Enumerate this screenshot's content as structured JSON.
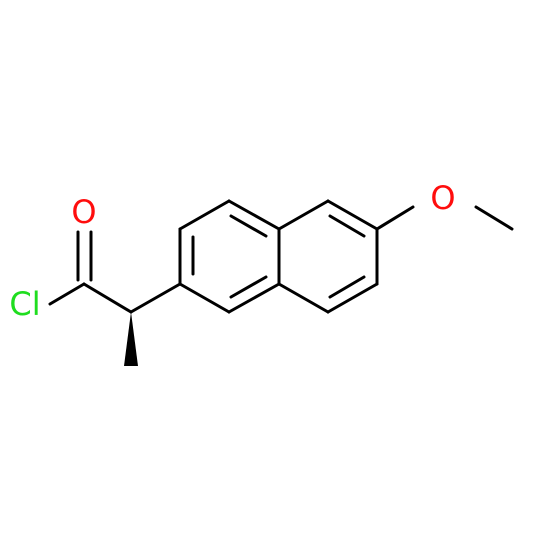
{
  "structure": {
    "atoms": {
      "oxygen_carbonyl": {
        "symbol": "O",
        "color": "#ff0d0d"
      },
      "chlorine": {
        "symbol": "Cl",
        "color": "#1fdd1f"
      },
      "oxygen_methoxy": {
        "symbol": "O",
        "color": "#ff0d0d"
      }
    },
    "bond_color": "#000000",
    "background_color": "#ffffff"
  }
}
